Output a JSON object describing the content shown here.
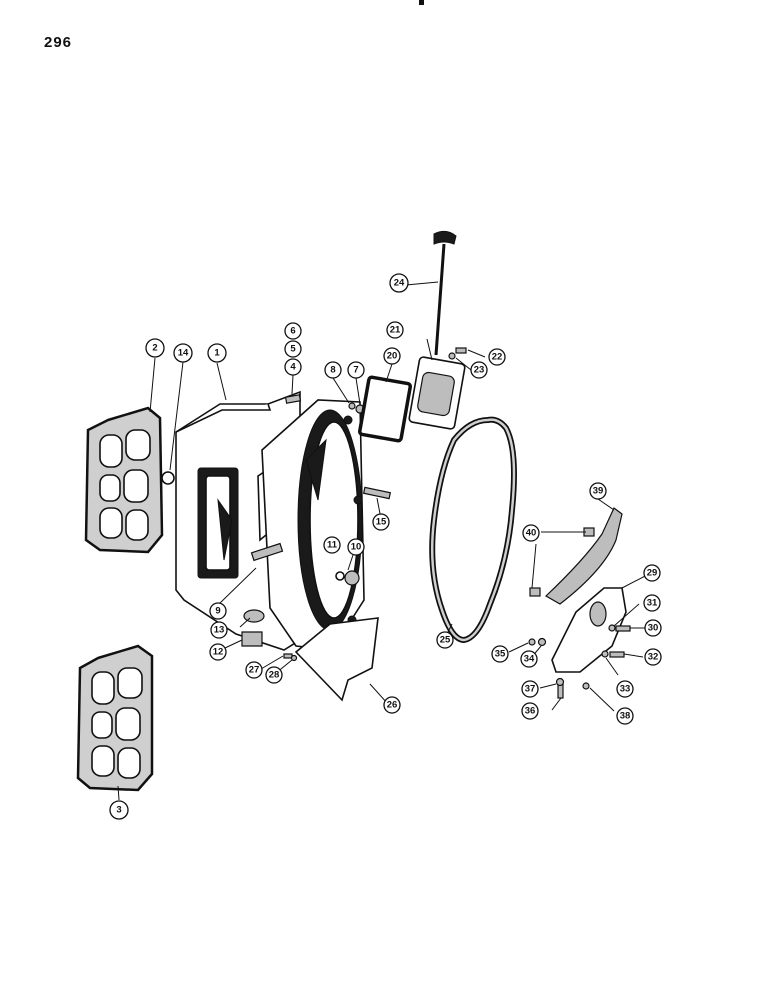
{
  "page": {
    "number": "296"
  },
  "callouts": [
    {
      "label": "1"
    },
    {
      "label": "2"
    },
    {
      "label": "3"
    },
    {
      "label": "4"
    },
    {
      "label": "5"
    },
    {
      "label": "6"
    },
    {
      "label": "7"
    },
    {
      "label": "8"
    },
    {
      "label": "9"
    },
    {
      "label": "10"
    },
    {
      "label": "11"
    },
    {
      "label": "12"
    },
    {
      "label": "13"
    },
    {
      "label": "14"
    },
    {
      "label": "15"
    },
    {
      "label": "20"
    },
    {
      "label": "21"
    },
    {
      "label": "22"
    },
    {
      "label": "23"
    },
    {
      "label": "24"
    },
    {
      "label": "25"
    },
    {
      "label": "26"
    },
    {
      "label": "27"
    },
    {
      "label": "28"
    },
    {
      "label": "29"
    },
    {
      "label": "30"
    },
    {
      "label": "31"
    },
    {
      "label": "32"
    },
    {
      "label": "33"
    },
    {
      "label": "34"
    },
    {
      "label": "35"
    },
    {
      "label": "36"
    },
    {
      "label": "37"
    },
    {
      "label": "38"
    },
    {
      "label": "39"
    },
    {
      "label": "40"
    }
  ]
}
